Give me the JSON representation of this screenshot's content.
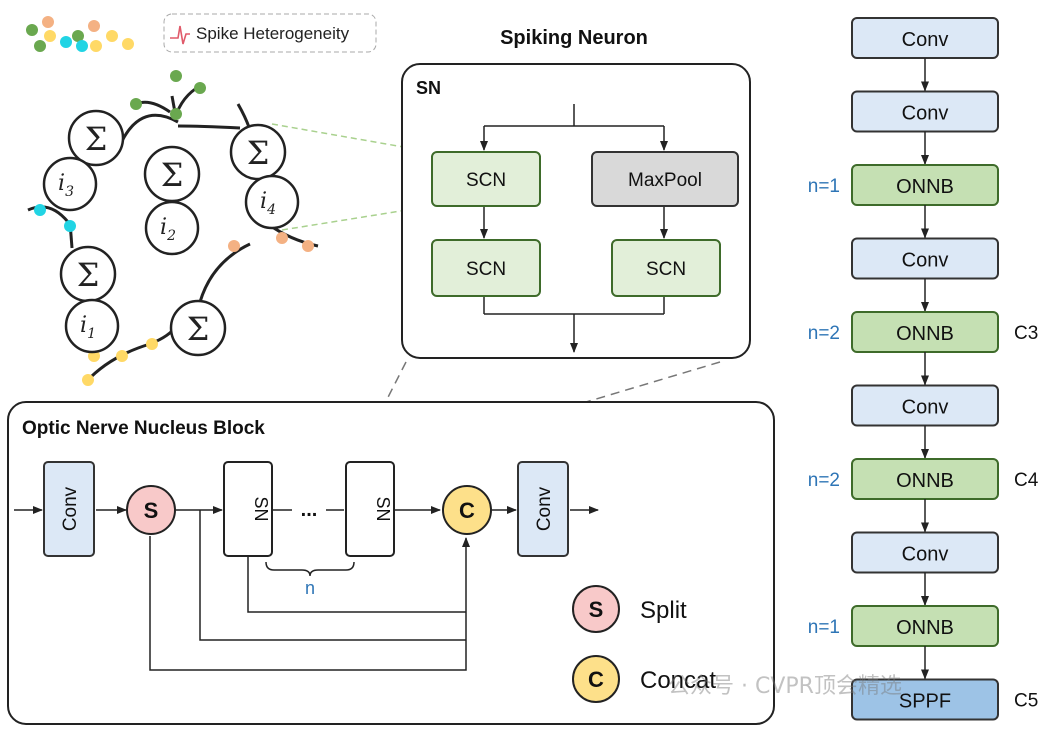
{
  "legend_top": {
    "label": "Spike Heterogeneity"
  },
  "neuron_graph": {
    "sigma": "Σ",
    "nodes": [
      {
        "var": "i",
        "sub": "3"
      },
      {
        "var": "i",
        "sub": "2"
      },
      {
        "var": "i",
        "sub": "4"
      },
      {
        "var": "i",
        "sub": "1"
      }
    ]
  },
  "spiking_neuron": {
    "title": "Spiking Neuron",
    "box_label": "SN",
    "left_top": "SCN",
    "left_bottom": "SCN",
    "right_top": "MaxPool",
    "right_bottom": "SCN"
  },
  "onnb_block": {
    "title": "Optic Nerve Nucleus Block",
    "conv_in": "Conv",
    "split": "S",
    "sn1": "SN",
    "ellipsis": "...",
    "sn2": "SN",
    "concat": "C",
    "conv_out": "Conv",
    "n_label": "n",
    "legend_split_symbol": "S",
    "legend_split": "Split",
    "legend_concat_symbol": "C",
    "legend_concat": "Concat"
  },
  "backbone": {
    "blocks": [
      {
        "label": "Conv",
        "kind": "conv",
        "left": "",
        "right": ""
      },
      {
        "label": "Conv",
        "kind": "conv",
        "left": "",
        "right": ""
      },
      {
        "label": "ONNB",
        "kind": "onnb",
        "left": "n=1",
        "right": ""
      },
      {
        "label": "Conv",
        "kind": "conv",
        "left": "",
        "right": ""
      },
      {
        "label": "ONNB",
        "kind": "onnb",
        "left": "n=2",
        "right": "C3"
      },
      {
        "label": "Conv",
        "kind": "conv",
        "left": "",
        "right": ""
      },
      {
        "label": "ONNB",
        "kind": "onnb",
        "left": "n=2",
        "right": "C4"
      },
      {
        "label": "Conv",
        "kind": "conv",
        "left": "",
        "right": ""
      },
      {
        "label": "ONNB",
        "kind": "onnb",
        "left": "n=1",
        "right": ""
      },
      {
        "label": "SPPF",
        "kind": "sppf",
        "left": "",
        "right": "C5"
      }
    ]
  },
  "watermark": "公众号 · CVPR顶会精选",
  "colors": {
    "conv_fill": "#dce8f6",
    "onnb_fill": "#c5e0b3",
    "onnb_stroke": "#3e6b2a",
    "sppf_fill": "#9dc3e6",
    "scn_fill": "#e2efd9",
    "maxpool_fill": "#d9d9d9",
    "split_fill": "#f8c9c9",
    "concat_fill": "#fde08a",
    "n_label": "#2e75b6",
    "dot_green": "#6aa84f",
    "dot_cyan": "#21d4e4",
    "dot_orange": "#f4b183",
    "dot_yellow": "#ffd966"
  }
}
